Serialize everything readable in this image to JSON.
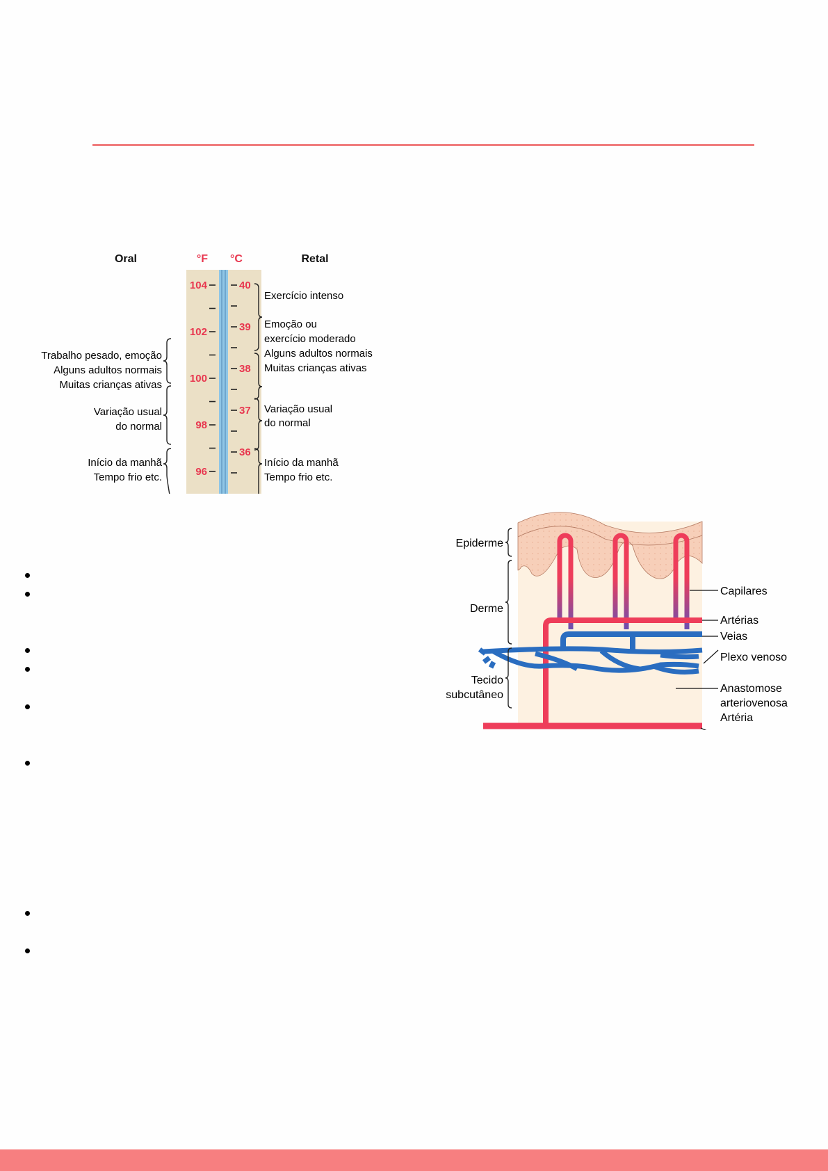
{
  "colors": {
    "accent": "#f07d7e",
    "footer": "#f77f80",
    "thermo_bg": "#ebe0c6",
    "thermo_label": "#e8374f",
    "tube": "#8fc6e6",
    "artery": "#ee3d5a",
    "vein": "#2a6dc0",
    "skin_epidermis": "#f7cfb9",
    "skin_dermis": "#fdf1e1"
  },
  "thermometer_figure": {
    "header_oral": "Oral",
    "header_f": "°F",
    "header_c": "°C",
    "header_rectal": "Retal",
    "fahrenheit_labels": [
      "104",
      "102",
      "100",
      "98",
      "96"
    ],
    "celsius_labels": [
      "40",
      "39",
      "38",
      "37",
      "36"
    ],
    "oral_ranges": [
      {
        "lines": [
          "Trabalho pesado, emoção",
          "Alguns adultos normais",
          "Muitas crianças ativas"
        ]
      },
      {
        "lines": [
          "Variação usual",
          "do normal"
        ]
      },
      {
        "lines": [
          "Início da manhã",
          "Tempo frio etc."
        ]
      }
    ],
    "rectal_ranges": [
      {
        "lines": [
          "Exercício intenso"
        ]
      },
      {
        "lines": [
          "Emoção ou",
          "exercício moderado"
        ]
      },
      {
        "lines": [
          "Alguns adultos normais",
          "Muitas crianças ativas"
        ]
      },
      {
        "lines": [
          "Variação usual",
          "do normal"
        ]
      },
      {
        "lines": [
          "Início da manhã",
          "Tempo frio etc."
        ]
      }
    ]
  },
  "skin_figure": {
    "left_labels": {
      "epiderme": "Epiderme",
      "derme": "Derme",
      "tecido_line1": "Tecido",
      "tecido_line2": "subcutâneo"
    },
    "right_labels": {
      "capilares": "Capilares",
      "arterias": "Artérias",
      "veias": "Veias",
      "plexo": "Plexo venoso",
      "anastomose_line1": "Anastomose",
      "anastomose_line2": "arteriovenosa",
      "arteria": "Artéria"
    }
  },
  "bullet_list": {
    "items": [
      "",
      "",
      "",
      "",
      "",
      "",
      "",
      ""
    ]
  }
}
